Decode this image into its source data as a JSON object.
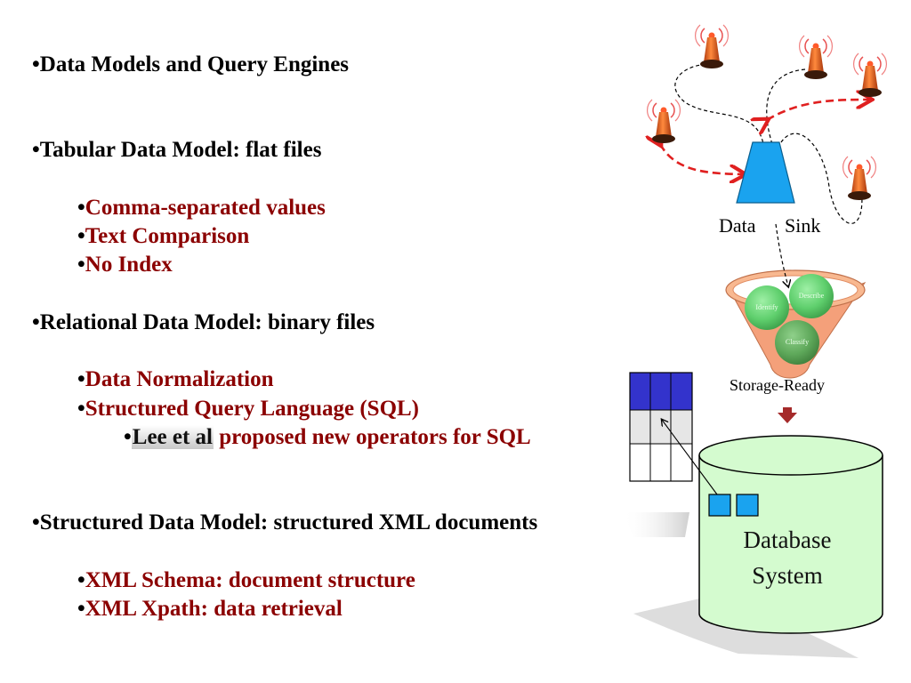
{
  "slide": {
    "bullets": [
      {
        "text": "Data Models and Query Engines"
      },
      {
        "text": "Tabular Data Model: flat files"
      },
      {
        "text": "Comma-separated values"
      },
      {
        "text": "Text Comparison"
      },
      {
        "text": "No Index"
      },
      {
        "text": "Relational Data Model: binary files"
      },
      {
        "text": "Data Normalization"
      },
      {
        "text": "Structured Query Language (SQL)"
      },
      {
        "highlight": "Lee et al",
        "text": "proposed new operators for SQL"
      },
      {
        "text": "Structured Data Model: structured XML documents"
      },
      {
        "text": "XML Schema: document structure"
      },
      {
        "text": "XML Xpath: data retrieval"
      }
    ],
    "bullet_char": "•"
  },
  "diagram": {
    "sink_label_left": "Data",
    "sink_label_right": "Sink",
    "funnel_labels": [
      "Identify",
      "Describe",
      "Classify"
    ],
    "storage_label": "Storage-Ready",
    "database_line1": "Database",
    "database_line2": "System",
    "colors": {
      "sink": "#1aa3ef",
      "funnel": "#f4a07a",
      "ball": "#6ed47e",
      "database": "#d4fbcf",
      "table_header": "#3333cc",
      "arrow_red": "#e02020",
      "down_arrow": "#a52a2a",
      "tower": "#e0601c"
    }
  }
}
